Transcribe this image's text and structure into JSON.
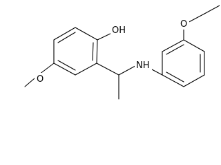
{
  "molecule": {
    "labels": {
      "hydroxyl": "OH",
      "methoxy_oxygen": "O",
      "amine": "NH",
      "ethoxy_oxygen": "O"
    },
    "colors": {
      "bond": "#000000",
      "text": "#000000",
      "background": "#ffffff"
    }
  }
}
